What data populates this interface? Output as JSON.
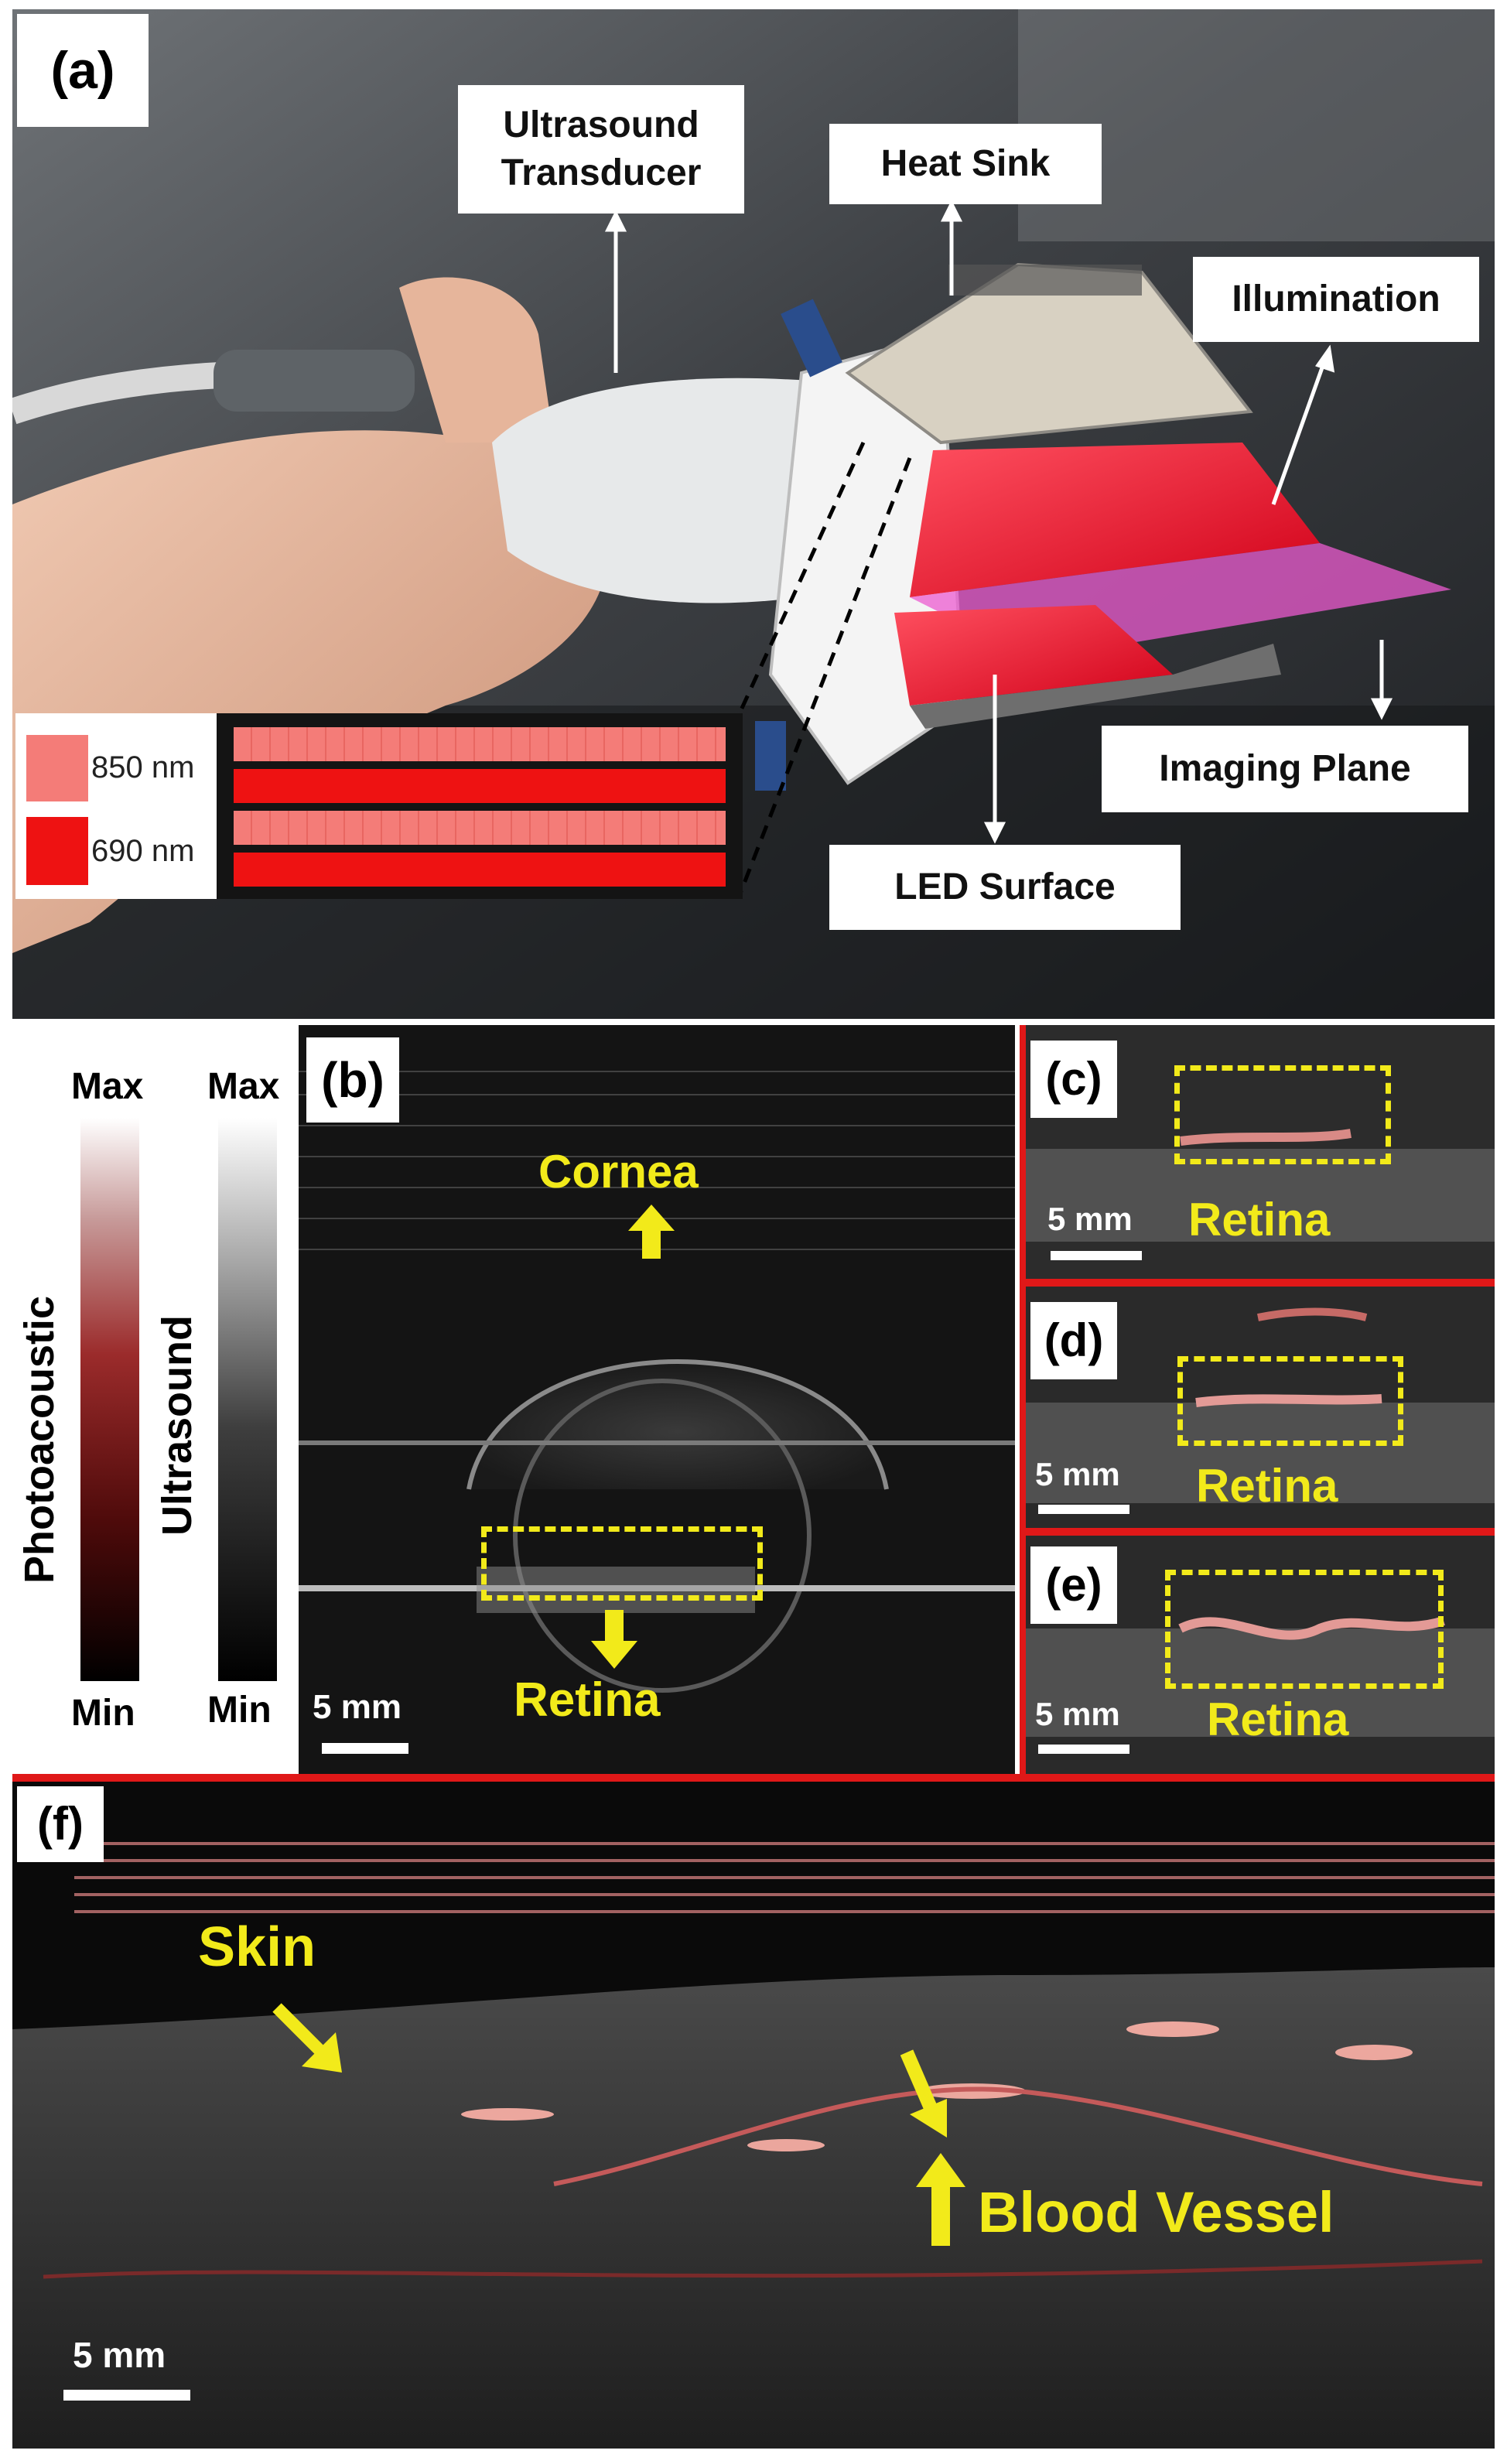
{
  "panel_a": {
    "label": "(a)",
    "callouts": {
      "ultrasound_transducer": "Ultrasound\nTransducer",
      "heat_sink": "Heat Sink",
      "illumination": "Illumination",
      "imaging_plane": "Imaging Plane",
      "led_surface": "LED Surface"
    },
    "wavelength_legend": [
      {
        "label": "850 nm",
        "color": "#f47c78"
      },
      {
        "label": "690 nm",
        "color": "#ee1212"
      }
    ]
  },
  "colorbars": {
    "photoacoustic": {
      "max": "Max",
      "min": "Min",
      "title": "Photoacoustic"
    },
    "ultrasound": {
      "max": "Max",
      "min": "Min",
      "title": "Ultrasound"
    }
  },
  "panel_b": {
    "label": "(b)",
    "cornea": "Cornea",
    "retina": "Retina",
    "scale": "5 mm"
  },
  "panel_c": {
    "label": "(c)",
    "retina": "Retina",
    "scale": "5 mm"
  },
  "panel_d": {
    "label": "(d)",
    "retina": "Retina",
    "scale": "5 mm"
  },
  "panel_e": {
    "label": "(e)",
    "retina": "Retina",
    "scale": "5 mm"
  },
  "panel_f": {
    "label": "(f)",
    "skin": "Skin",
    "blood_vessel": "Blood Vessel",
    "scale": "5 mm"
  },
  "colors": {
    "accent_red": "#e01818",
    "annotation_yellow": "#f2ea1a"
  }
}
